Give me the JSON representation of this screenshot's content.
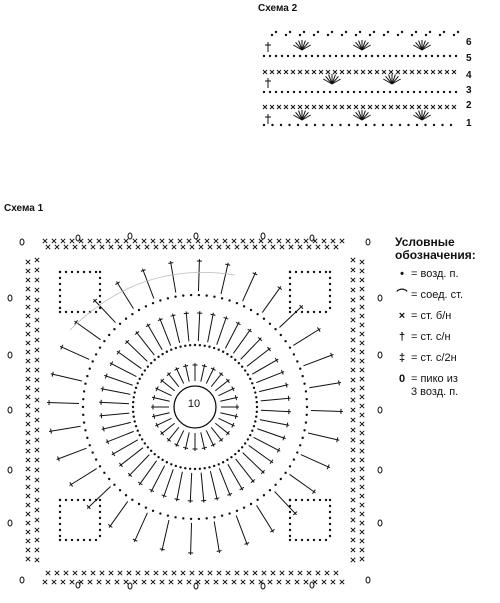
{
  "scheme2": {
    "title": "Схема 2",
    "row_numbers": [
      "6",
      "5",
      "4",
      "3",
      "2",
      "1"
    ]
  },
  "scheme1": {
    "title": "Схема 1",
    "center_label": "10"
  },
  "legend": {
    "heading": "Условные обозначения:",
    "items": [
      {
        "symbol": "•",
        "text": "= возд. п."
      },
      {
        "symbol": "⌒",
        "text": "= соед. ст."
      },
      {
        "symbol": "×",
        "text": "= ст. б/н"
      },
      {
        "symbol": "†",
        "text": "= ст. с/н"
      },
      {
        "symbol": "‡",
        "text": "= ст. с/2н"
      },
      {
        "symbol": "0",
        "text": "= пико из\n3 возд. п."
      }
    ]
  }
}
